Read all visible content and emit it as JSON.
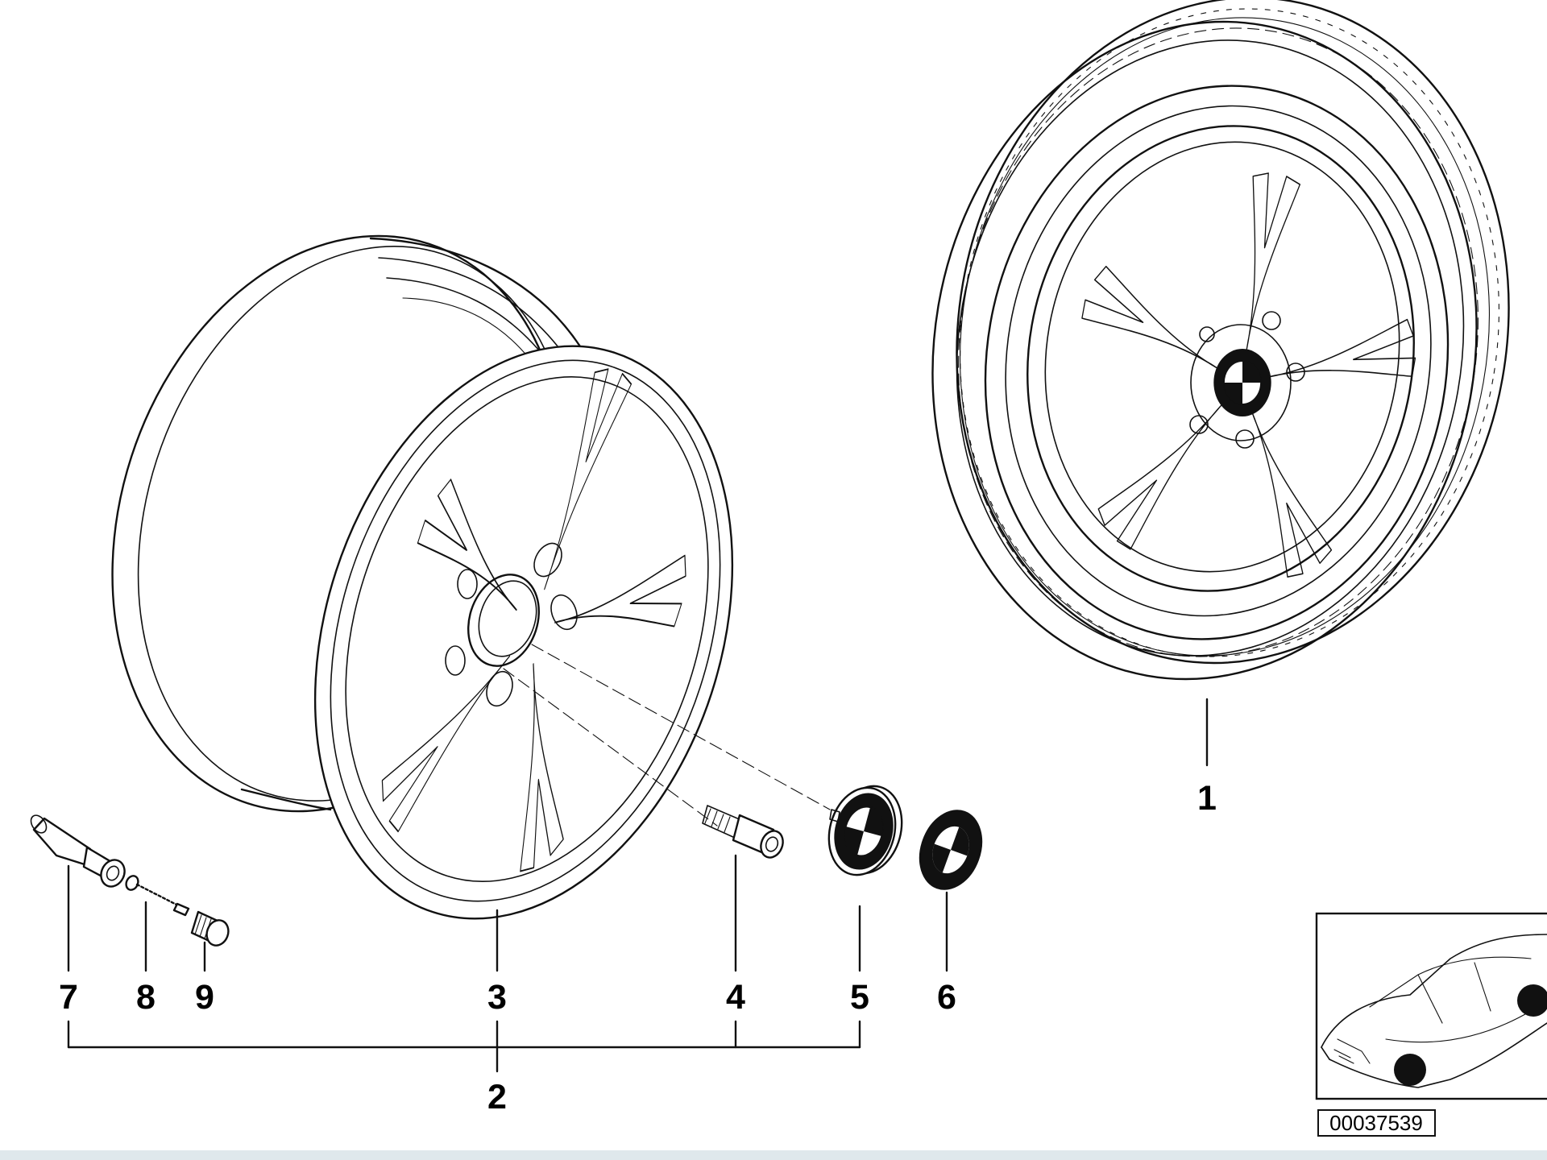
{
  "diagram": {
    "callouts": [
      {
        "id": "1",
        "label": "1"
      },
      {
        "id": "2",
        "label": "2"
      },
      {
        "id": "3",
        "label": "3"
      },
      {
        "id": "4",
        "label": "4"
      },
      {
        "id": "5",
        "label": "5"
      },
      {
        "id": "6",
        "label": "6"
      },
      {
        "id": "7",
        "label": "7"
      },
      {
        "id": "8",
        "label": "8"
      },
      {
        "id": "9",
        "label": "9"
      }
    ],
    "inset": {
      "part_number": "00037539",
      "icon": "car-location-icon"
    },
    "parts_icons": [
      "complete-wheel-icon",
      "alloy-rim-icon",
      "wheel-bolt-icon",
      "hub-cap-icon",
      "emblem-icon",
      "valve-stem-icon",
      "valve-core-icon",
      "valve-cap-icon"
    ]
  }
}
